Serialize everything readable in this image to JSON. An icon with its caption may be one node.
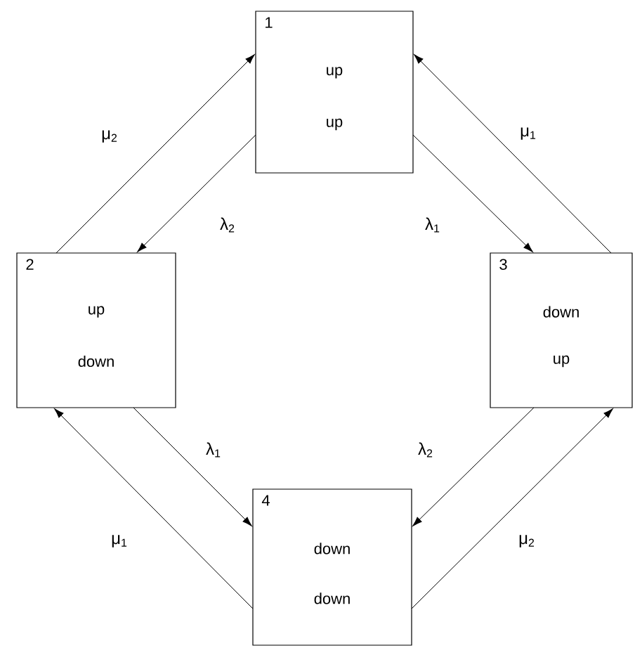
{
  "diagram": {
    "nodes": [
      {
        "text": [
          "1",
          "up",
          "up"
        ]
      },
      {
        "text": [
          "2",
          "up",
          "down"
        ]
      },
      {
        "text": [
          "3",
          "down",
          "up"
        ]
      },
      {
        "text": [
          "4",
          "down",
          "down"
        ]
      }
    ],
    "edges": [
      {
        "from": 1,
        "to": 0,
        "arrow": "to",
        "label": "μ$_{2}$"
      },
      {
        "from": 0,
        "to": 1,
        "arrow": "to",
        "label": "λ$_{2}$"
      },
      {
        "from": 2,
        "to": 0,
        "arrow": "to",
        "label": "μ$_{1}$"
      },
      {
        "from": 0,
        "to": 2,
        "arrow": "to",
        "label": "λ$_{1}$"
      },
      {
        "from": 1,
        "to": 3,
        "arrow": "to",
        "label": "λ$_{1}$"
      },
      {
        "from": 3,
        "to": 1,
        "arrow": "to",
        "label": "μ$_{1}$"
      },
      {
        "from": 2,
        "to": 3,
        "arrow": "to",
        "label": "λ$_{2}$"
      },
      {
        "from": 3,
        "to": 2,
        "arrow": "to",
        "label": "μ$_{2}$"
      }
    ]
  }
}
